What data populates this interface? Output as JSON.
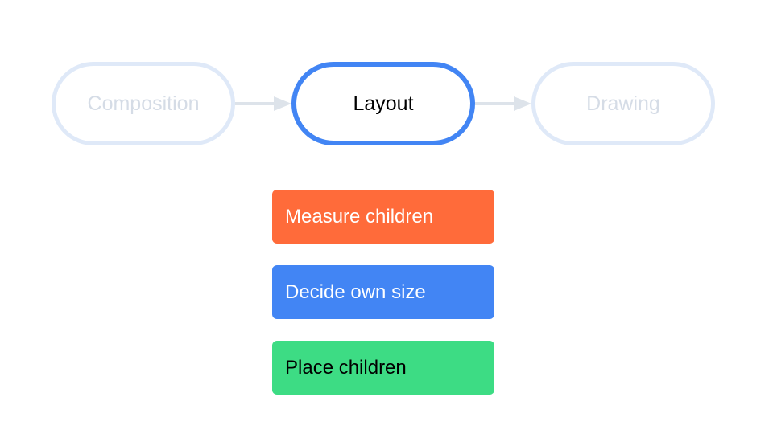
{
  "stages": [
    {
      "label": "Composition",
      "active": false
    },
    {
      "label": "Layout",
      "active": true
    },
    {
      "label": "Drawing",
      "active": false
    }
  ],
  "steps": [
    {
      "label": "Measure children",
      "color": "#ff6b3a",
      "text_color": "#ffffff"
    },
    {
      "label": "Decide own size",
      "color": "#4285f4",
      "text_color": "#ffffff"
    },
    {
      "label": "Place children",
      "color": "#3ddc84",
      "text_color": "#000000"
    }
  ],
  "colors": {
    "active_border": "#4285f4",
    "inactive_border": "#dfe9f8",
    "inactive_text": "#d5dce6",
    "arrow": "#dde3ea"
  }
}
